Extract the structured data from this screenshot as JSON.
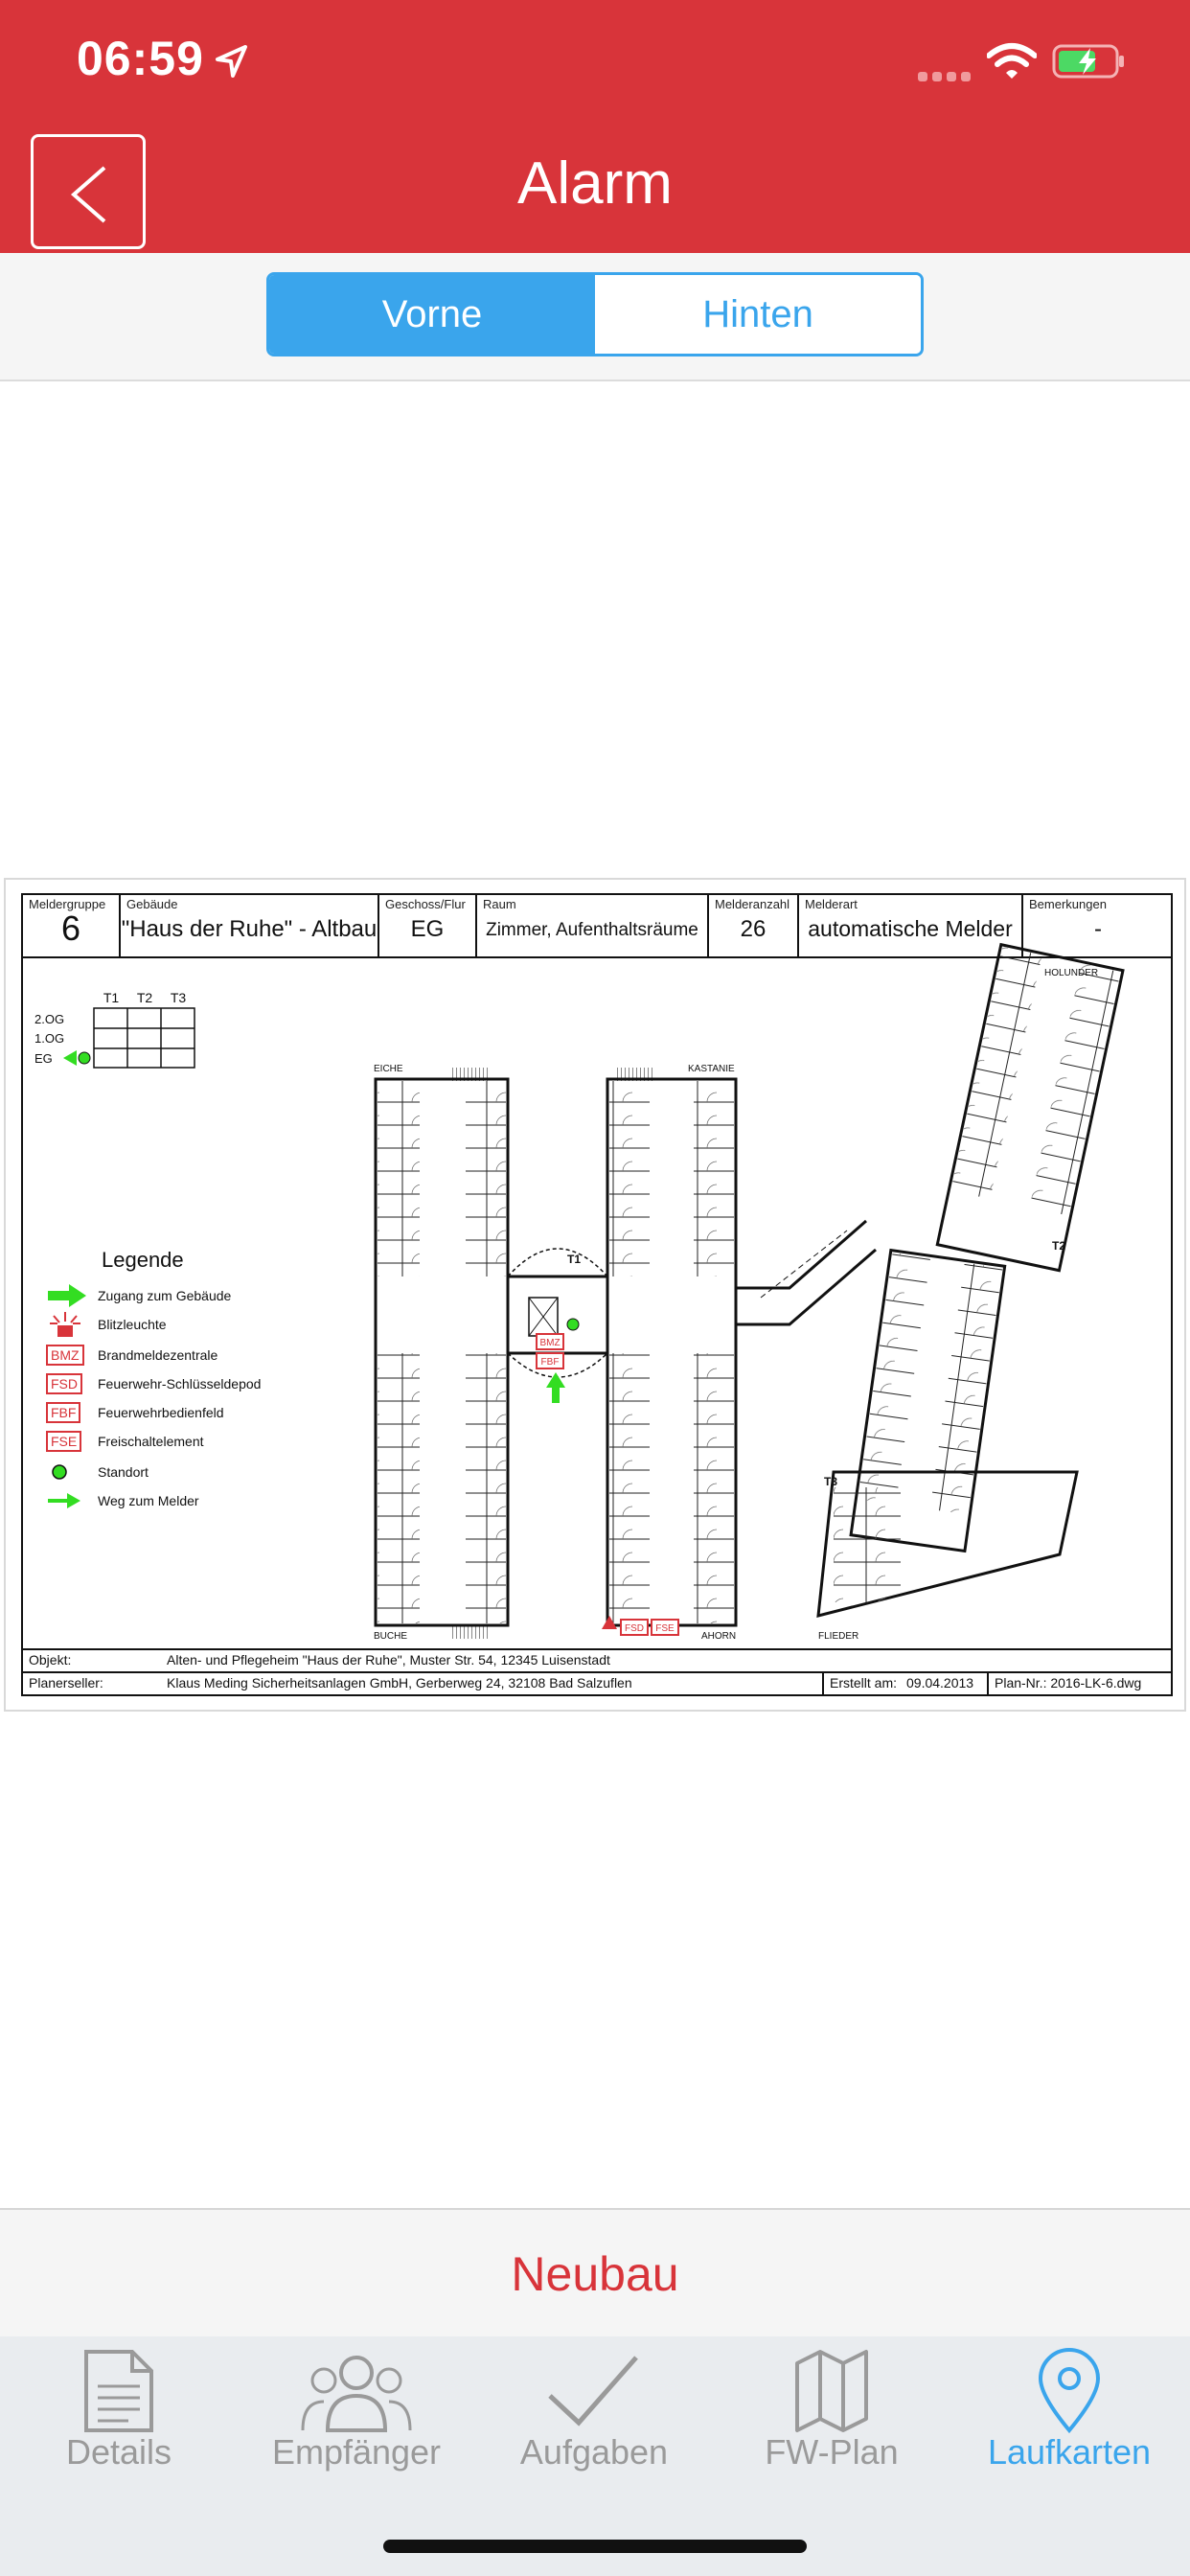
{
  "status": {
    "time": "06:59"
  },
  "nav": {
    "title": "Alarm"
  },
  "segment": {
    "front": "Vorne",
    "back": "Hinten"
  },
  "plan": {
    "headers": [
      {
        "label": "Meldergruppe",
        "value": "6"
      },
      {
        "label": "Gebäude",
        "value": "\"Haus der Ruhe\" - Altbau"
      },
      {
        "label": "Geschoss/Flur",
        "value": "EG"
      },
      {
        "label": "Raum",
        "value": "Zimmer, Aufenthaltsräume"
      },
      {
        "label": "Melderanzahl",
        "value": "26"
      },
      {
        "label": "Melderart",
        "value": "automatische Melder"
      },
      {
        "label": "Bemerkungen",
        "value": "-"
      }
    ],
    "floor_grid": {
      "cols": [
        "T1",
        "T2",
        "T3"
      ],
      "rows": [
        "2.OG",
        "1.OG",
        "EG"
      ]
    },
    "legend_title": "Legende",
    "legend": [
      {
        "text": "Zugang zum Gebäude"
      },
      {
        "text": "Blitzleuchte"
      },
      {
        "code": "BMZ",
        "text": "Brandmeldezentrale"
      },
      {
        "code": "FSD",
        "text": "Feuerwehr-Schlüsseldepod"
      },
      {
        "code": "FBF",
        "text": "Feuerwehrbedienfeld"
      },
      {
        "code": "FSE",
        "text": "Freischaltelement"
      },
      {
        "text": "Standort"
      },
      {
        "text": "Weg zum Melder"
      }
    ],
    "wings": {
      "eiche": "EICHE",
      "kastanie": "KASTANIE",
      "holunder": "HOLUNDER",
      "buche": "BUCHE",
      "ahorn": "AHORN",
      "flieder": "FLIEDER"
    },
    "stairs": {
      "t1": "T1",
      "t2": "T2",
      "t3": "T3"
    },
    "devices": {
      "bmz": "BMZ",
      "fbf": "FBF",
      "fsd": "FSD",
      "fse": "FSE"
    },
    "footer": {
      "objekt_label": "Objekt:",
      "objekt": "Alten- und Pflegeheim \"Haus der Ruhe\", Muster Str. 54, 12345 Luisenstadt",
      "planer_label": "Planerseller:",
      "planer": "Klaus Meding Sicherheitsanlagen GmbH, Gerberweg 24, 32108 Bad Salzuflen",
      "erstellt_label": "Erstellt am:",
      "erstellt": "09.04.2013",
      "plannr": "Plan-Nr.: 2016-LK-6.dwg"
    }
  },
  "bottom": {
    "neubau": "Neubau"
  },
  "tabs": [
    {
      "label": "Details",
      "icon": "document-icon"
    },
    {
      "label": "Empfänger",
      "icon": "people-icon"
    },
    {
      "label": "Aufgaben",
      "icon": "checkmark-icon"
    },
    {
      "label": "FW-Plan",
      "icon": "map-icon"
    },
    {
      "label": "Laufkarten",
      "icon": "location-pin-icon",
      "active": true
    }
  ],
  "colors": {
    "accent_red": "#d8343a",
    "accent_blue": "#3aa5ec",
    "inactive_tab": "#9a9a9a",
    "legend_green": "#33dd22"
  }
}
